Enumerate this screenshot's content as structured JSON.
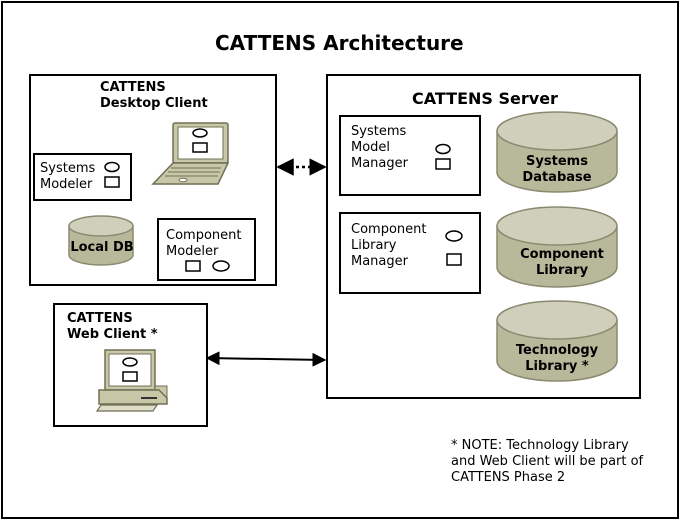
{
  "title": "CATTENS Architecture",
  "desktop_client": {
    "title_line1": "CATTENS",
    "title_line2": "Desktop Client",
    "systems_modeler": {
      "line1": "Systems",
      "line2": "Modeler"
    },
    "local_db": "Local DB",
    "component_modeler": {
      "line1": "Component",
      "line2": "Modeler"
    }
  },
  "web_client": {
    "title_line1": "CATTENS",
    "title_line2": "Web Client *"
  },
  "server": {
    "title": "CATTENS Server",
    "systems_model_manager": {
      "line1": "Systems",
      "line2": "Model",
      "line3": "Manager"
    },
    "component_library_manager": {
      "line1": "Component",
      "line2": "Library",
      "line3": "Manager"
    },
    "systems_database": {
      "line1": "Systems",
      "line2": "Database"
    },
    "component_library": {
      "line1": "Component",
      "line2": "Library"
    },
    "technology_library": {
      "line1": "Technology",
      "line2": "Library *"
    }
  },
  "note": {
    "line1": "* NOTE: Technology Library",
    "line2": "and Web Client will be part of",
    "line3": "CATTENS Phase 2"
  },
  "colors": {
    "db_fill": "#b8b89a",
    "db_top": "#cfcfbc",
    "db_stroke": "#8a8a70",
    "device_body": "#c8c8a8",
    "device_dark": "#6f6f55",
    "line": "#000000"
  }
}
